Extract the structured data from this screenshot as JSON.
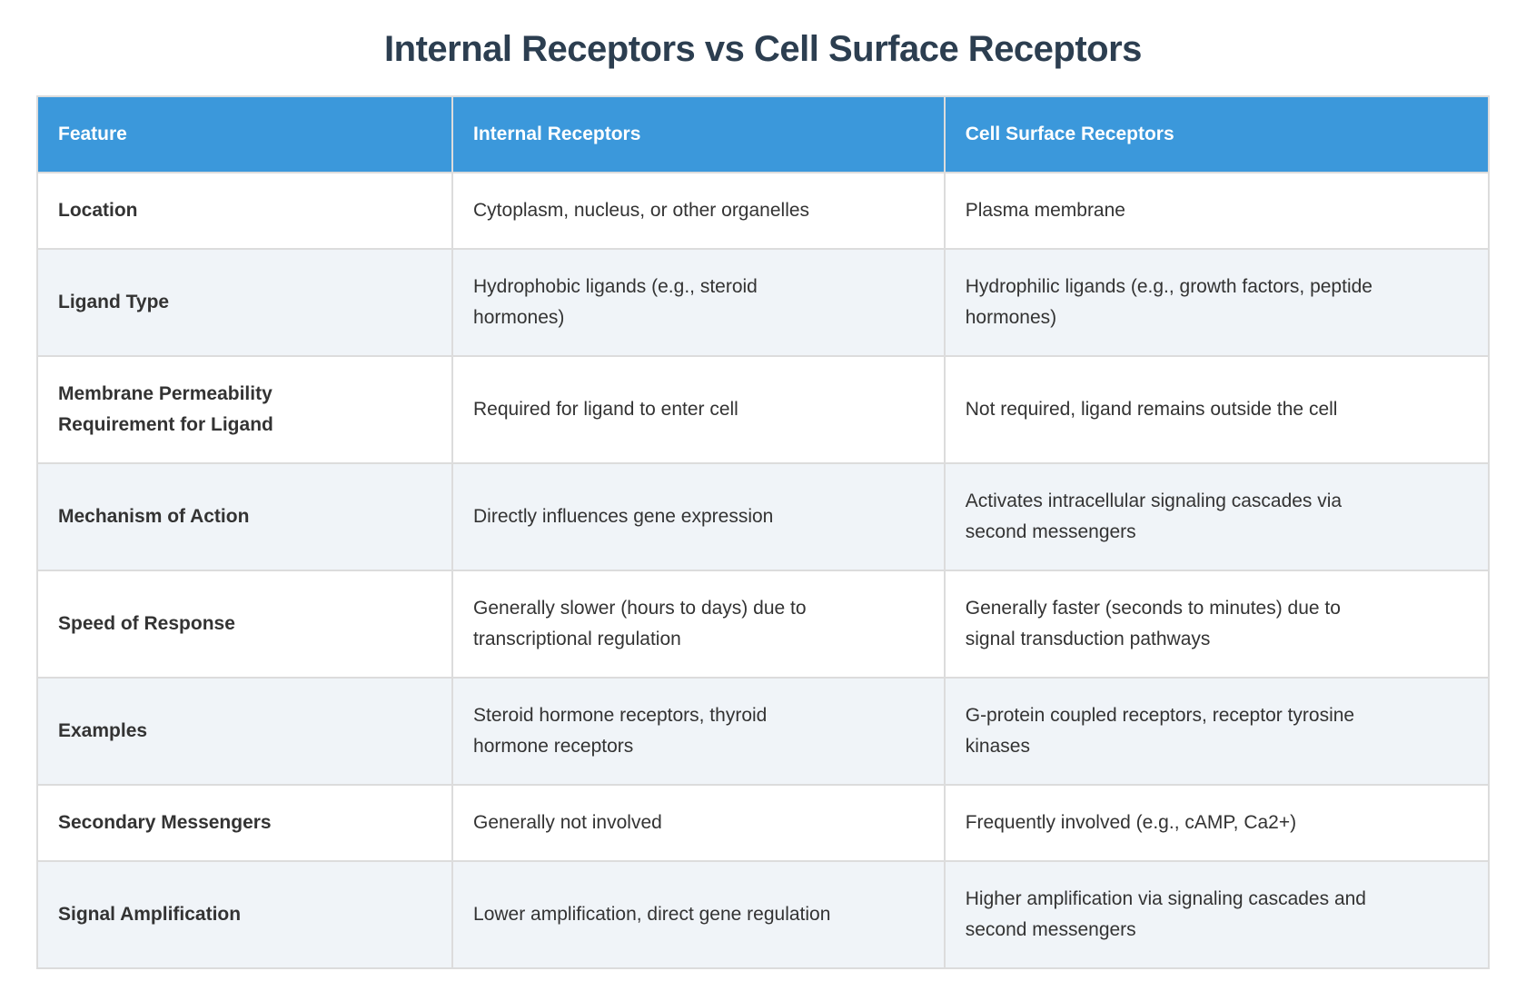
{
  "title": "Internal Receptors vs Cell Surface Receptors",
  "colors": {
    "title_text": "#2c3e50",
    "header_bg": "#3b98db",
    "header_text": "#ffffff",
    "row_bg": "#ffffff",
    "row_alt_bg": "#f0f4f8",
    "border": "#dcdcdc",
    "body_text": "#333333"
  },
  "chart_data": {
    "type": "table",
    "title": "Internal Receptors vs Cell Surface Receptors",
    "columns": [
      "Feature",
      "Internal Receptors",
      "Cell Surface Receptors"
    ],
    "rows": [
      [
        "Location",
        "Cytoplasm, nucleus, or other organelles",
        "Plasma membrane"
      ],
      [
        "Ligand Type",
        "Hydrophobic ligands (e.g., steroid\nhormones)",
        "Hydrophilic ligands (e.g., growth factors, peptide\nhormones)"
      ],
      [
        "Membrane Permeability\nRequirement for Ligand",
        "Required for ligand to enter cell",
        "Not required, ligand remains outside the cell"
      ],
      [
        "Mechanism of Action",
        "Directly influences gene expression",
        "Activates intracellular signaling cascades via\nsecond messengers"
      ],
      [
        "Speed of Response",
        "Generally slower (hours to days) due to\ntranscriptional regulation",
        "Generally faster (seconds to minutes) due to\nsignal transduction pathways"
      ],
      [
        "Examples",
        "Steroid hormone receptors, thyroid\nhormone receptors",
        "G-protein coupled receptors, receptor tyrosine\nkinases"
      ],
      [
        "Secondary Messengers",
        "Generally not involved",
        "Frequently involved (e.g., cAMP, Ca2+)"
      ],
      [
        "Signal Amplification",
        "Lower amplification, direct gene regulation",
        "Higher amplification via signaling cascades and\nsecond messengers"
      ]
    ],
    "layout": {
      "header_position": "top",
      "alternating_rows": true,
      "grid": true
    }
  }
}
